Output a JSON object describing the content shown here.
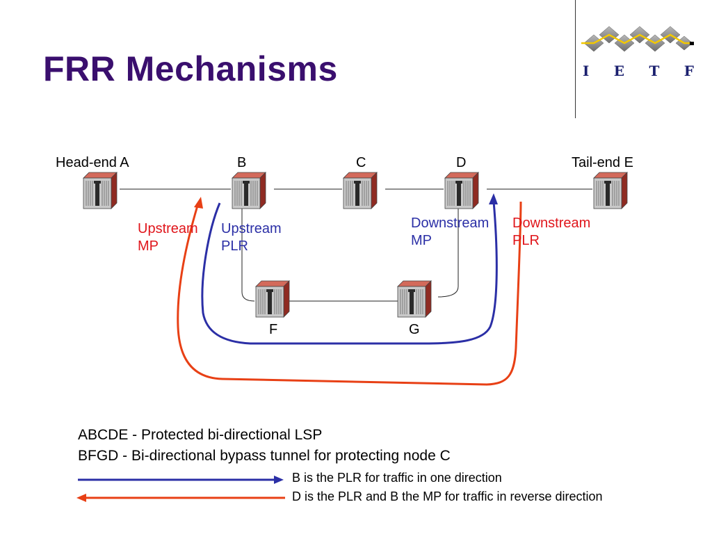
{
  "title": "FRR Mechanisms",
  "logo": {
    "letters": [
      "I",
      "E",
      "T",
      "F"
    ]
  },
  "nodes": {
    "a": "Head-end A",
    "b": "B",
    "c": "C",
    "d": "D",
    "e": "Tail-end E",
    "f": "F",
    "g": "G"
  },
  "roles": {
    "upstream_mp": [
      "Upstream",
      "MP"
    ],
    "upstream_plr": [
      "Upstream",
      "PLR"
    ],
    "downstream_mp": [
      "Downstream",
      "MP"
    ],
    "downstream_plr": [
      "Downstream",
      "PLR"
    ]
  },
  "legend": {
    "line1": "ABCDE - Protected bi-directional LSP",
    "line2": "BFGD - Bi-directional bypass tunnel for protecting node C",
    "blue_desc": "B is the PLR for traffic in one direction",
    "red_desc": "D is the PLR and B the MP for traffic in reverse direction"
  },
  "colors": {
    "blue_path": "#2b2fa6",
    "red_path": "#e84015",
    "title": "#3a0f6e"
  }
}
